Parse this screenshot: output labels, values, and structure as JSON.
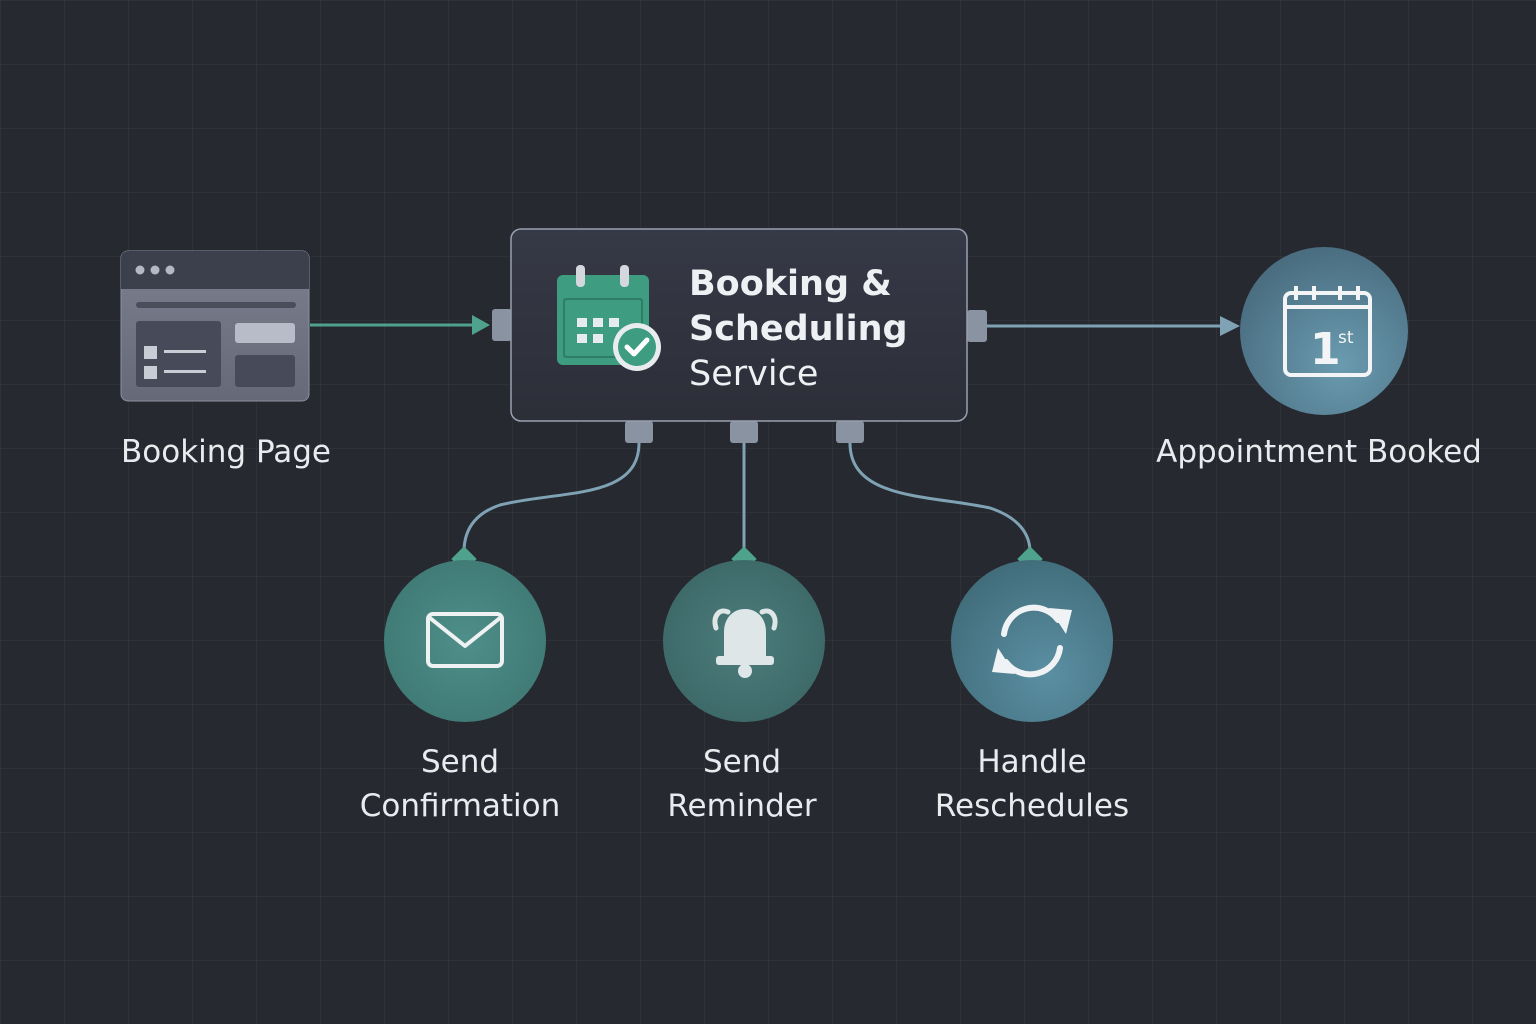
{
  "colors": {
    "background": "#26292f",
    "accent_green": "#3e9c80",
    "accent_teal": "#5b8fa0",
    "connector": "#7fa3b4",
    "panel": "#333540"
  },
  "nodes": {
    "booking_page": {
      "label": "Booking Page",
      "icon": "browser-window-icon"
    },
    "service": {
      "title_line1": "Booking &",
      "title_line2": "Scheduling",
      "title_line3": "Service",
      "icon": "calendar-check-icon"
    },
    "appointment": {
      "label": "Appointment Booked",
      "icon": "calendar-first-icon",
      "day": "1",
      "suffix": "st"
    },
    "confirmation": {
      "label_line1": "Send",
      "label_line2": "Confirmation",
      "icon": "envelope-icon"
    },
    "reminder": {
      "label_line1": "Send",
      "label_line2": "Reminder",
      "icon": "bell-icon"
    },
    "reschedules": {
      "label_line1": "Handle",
      "label_line2": "Reschedules",
      "icon": "refresh-icon"
    }
  }
}
